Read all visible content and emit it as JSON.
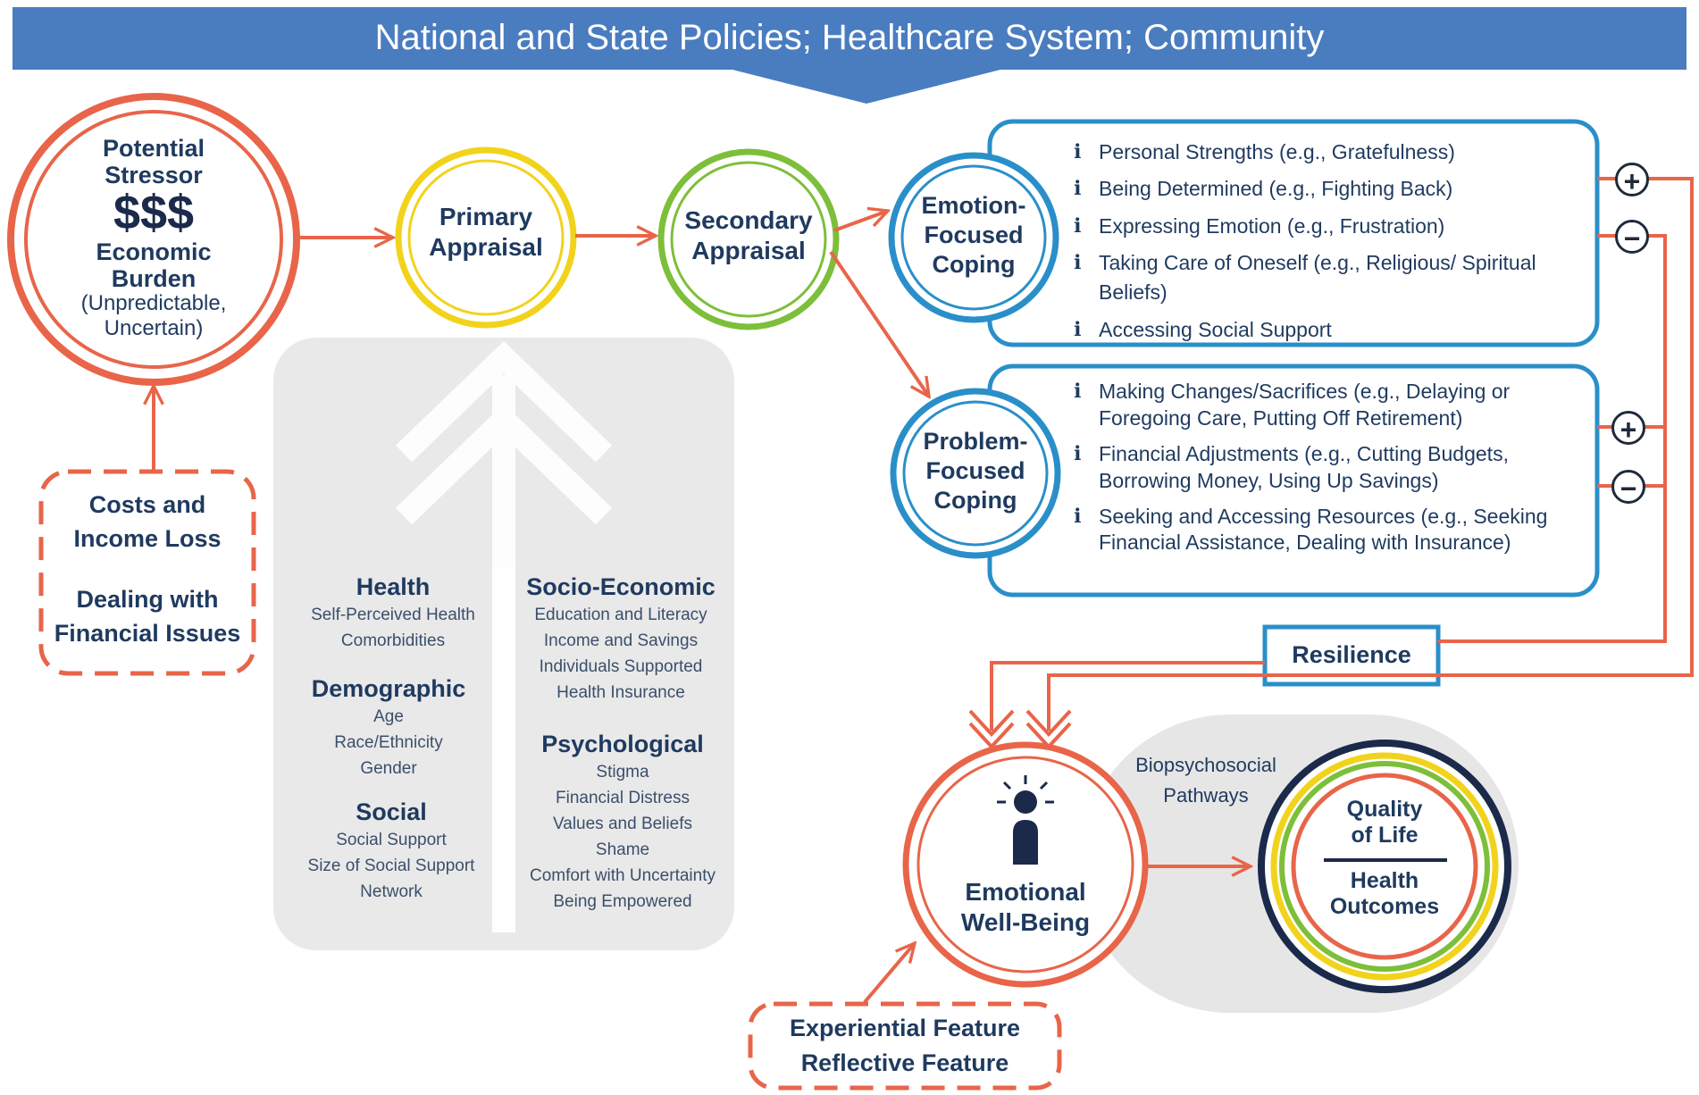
{
  "banner": {
    "title": "National and State Policies; Healthcare System; Community"
  },
  "stressor": {
    "line1": "Potential",
    "line2": "Stressor",
    "symbol": "$$$",
    "line3": "Economic",
    "line4": "Burden",
    "line5": "(Unpredictable,",
    "line6": "Uncertain)"
  },
  "costs_box": {
    "line1": "Costs and",
    "line2": "Income Loss",
    "line3": "Dealing with",
    "line4": "Financial Issues"
  },
  "primary": {
    "line1": "Primary",
    "line2": "Appraisal"
  },
  "secondary": {
    "line1": "Secondary",
    "line2": "Appraisal"
  },
  "emotion": {
    "line1": "Emotion-",
    "line2": "Focused",
    "line3": "Coping"
  },
  "problem": {
    "line1": "Problem-",
    "line2": "Focused",
    "line3": "Coping"
  },
  "emotion_list": [
    "Personal Strengths (e.g., Gratefulness)",
    "Being Determined (e.g., Fighting Back)",
    "Expressing Emotion (e.g., Frustration)",
    "Taking Care of Oneself (e.g., Religious/ Spiritual Beliefs)",
    "Accessing Social Support"
  ],
  "problem_list": [
    "Making Changes/Sacrifices (e.g., Delaying or Foregoing Care, Putting Off Retirement)",
    "Financial Adjustments (e.g., Cutting Budgets, Borrowing Money, Using Up Savings)",
    "Seeking and Accessing Resources (e.g., Seeking Financial Assistance, Dealing with Insurance)"
  ],
  "signs": {
    "plus": "+",
    "minus": "−"
  },
  "resilience": "Resilience",
  "factors": {
    "health": {
      "title": "Health",
      "items": [
        "Self-Perceived Health",
        "Comorbidities"
      ]
    },
    "demographic": {
      "title": "Demographic",
      "items": [
        "Age",
        "Race/Ethnicity",
        "Gender"
      ]
    },
    "social": {
      "title": "Social",
      "items": [
        "Social Support",
        "Size of Social Support",
        "Network"
      ]
    },
    "socio_economic": {
      "title": "Socio-Economic",
      "items": [
        "Education and Literacy",
        "Income and Savings",
        "Individuals Supported",
        "Health Insurance"
      ]
    },
    "psychological": {
      "title": "Psychological",
      "items": [
        "Stigma",
        "Financial Distress",
        "Values and Beliefs",
        "Shame",
        "Comfort with Uncertainty",
        "Being Empowered"
      ]
    }
  },
  "wellbeing": {
    "line1": "Emotional",
    "line2": "Well-Being",
    "icon": "person-lighthouse-icon"
  },
  "pathways": {
    "line1": "Biopsychosocial",
    "line2": "Pathways"
  },
  "outcomes": {
    "top1": "Quality",
    "top2": "of Life",
    "bottom1": "Health",
    "bottom2": "Outcomes"
  },
  "feature_box": {
    "line1": "Experiential Feature",
    "line2": "Reflective Feature"
  },
  "colors": {
    "banner": "#4a7cc0",
    "coral": "#e8654a",
    "yellow": "#f2d31b",
    "green": "#7dbf3a",
    "blue": "#2a8fc9",
    "navy": "#1b2a4a",
    "gray_panel": "#e9e9e9"
  }
}
